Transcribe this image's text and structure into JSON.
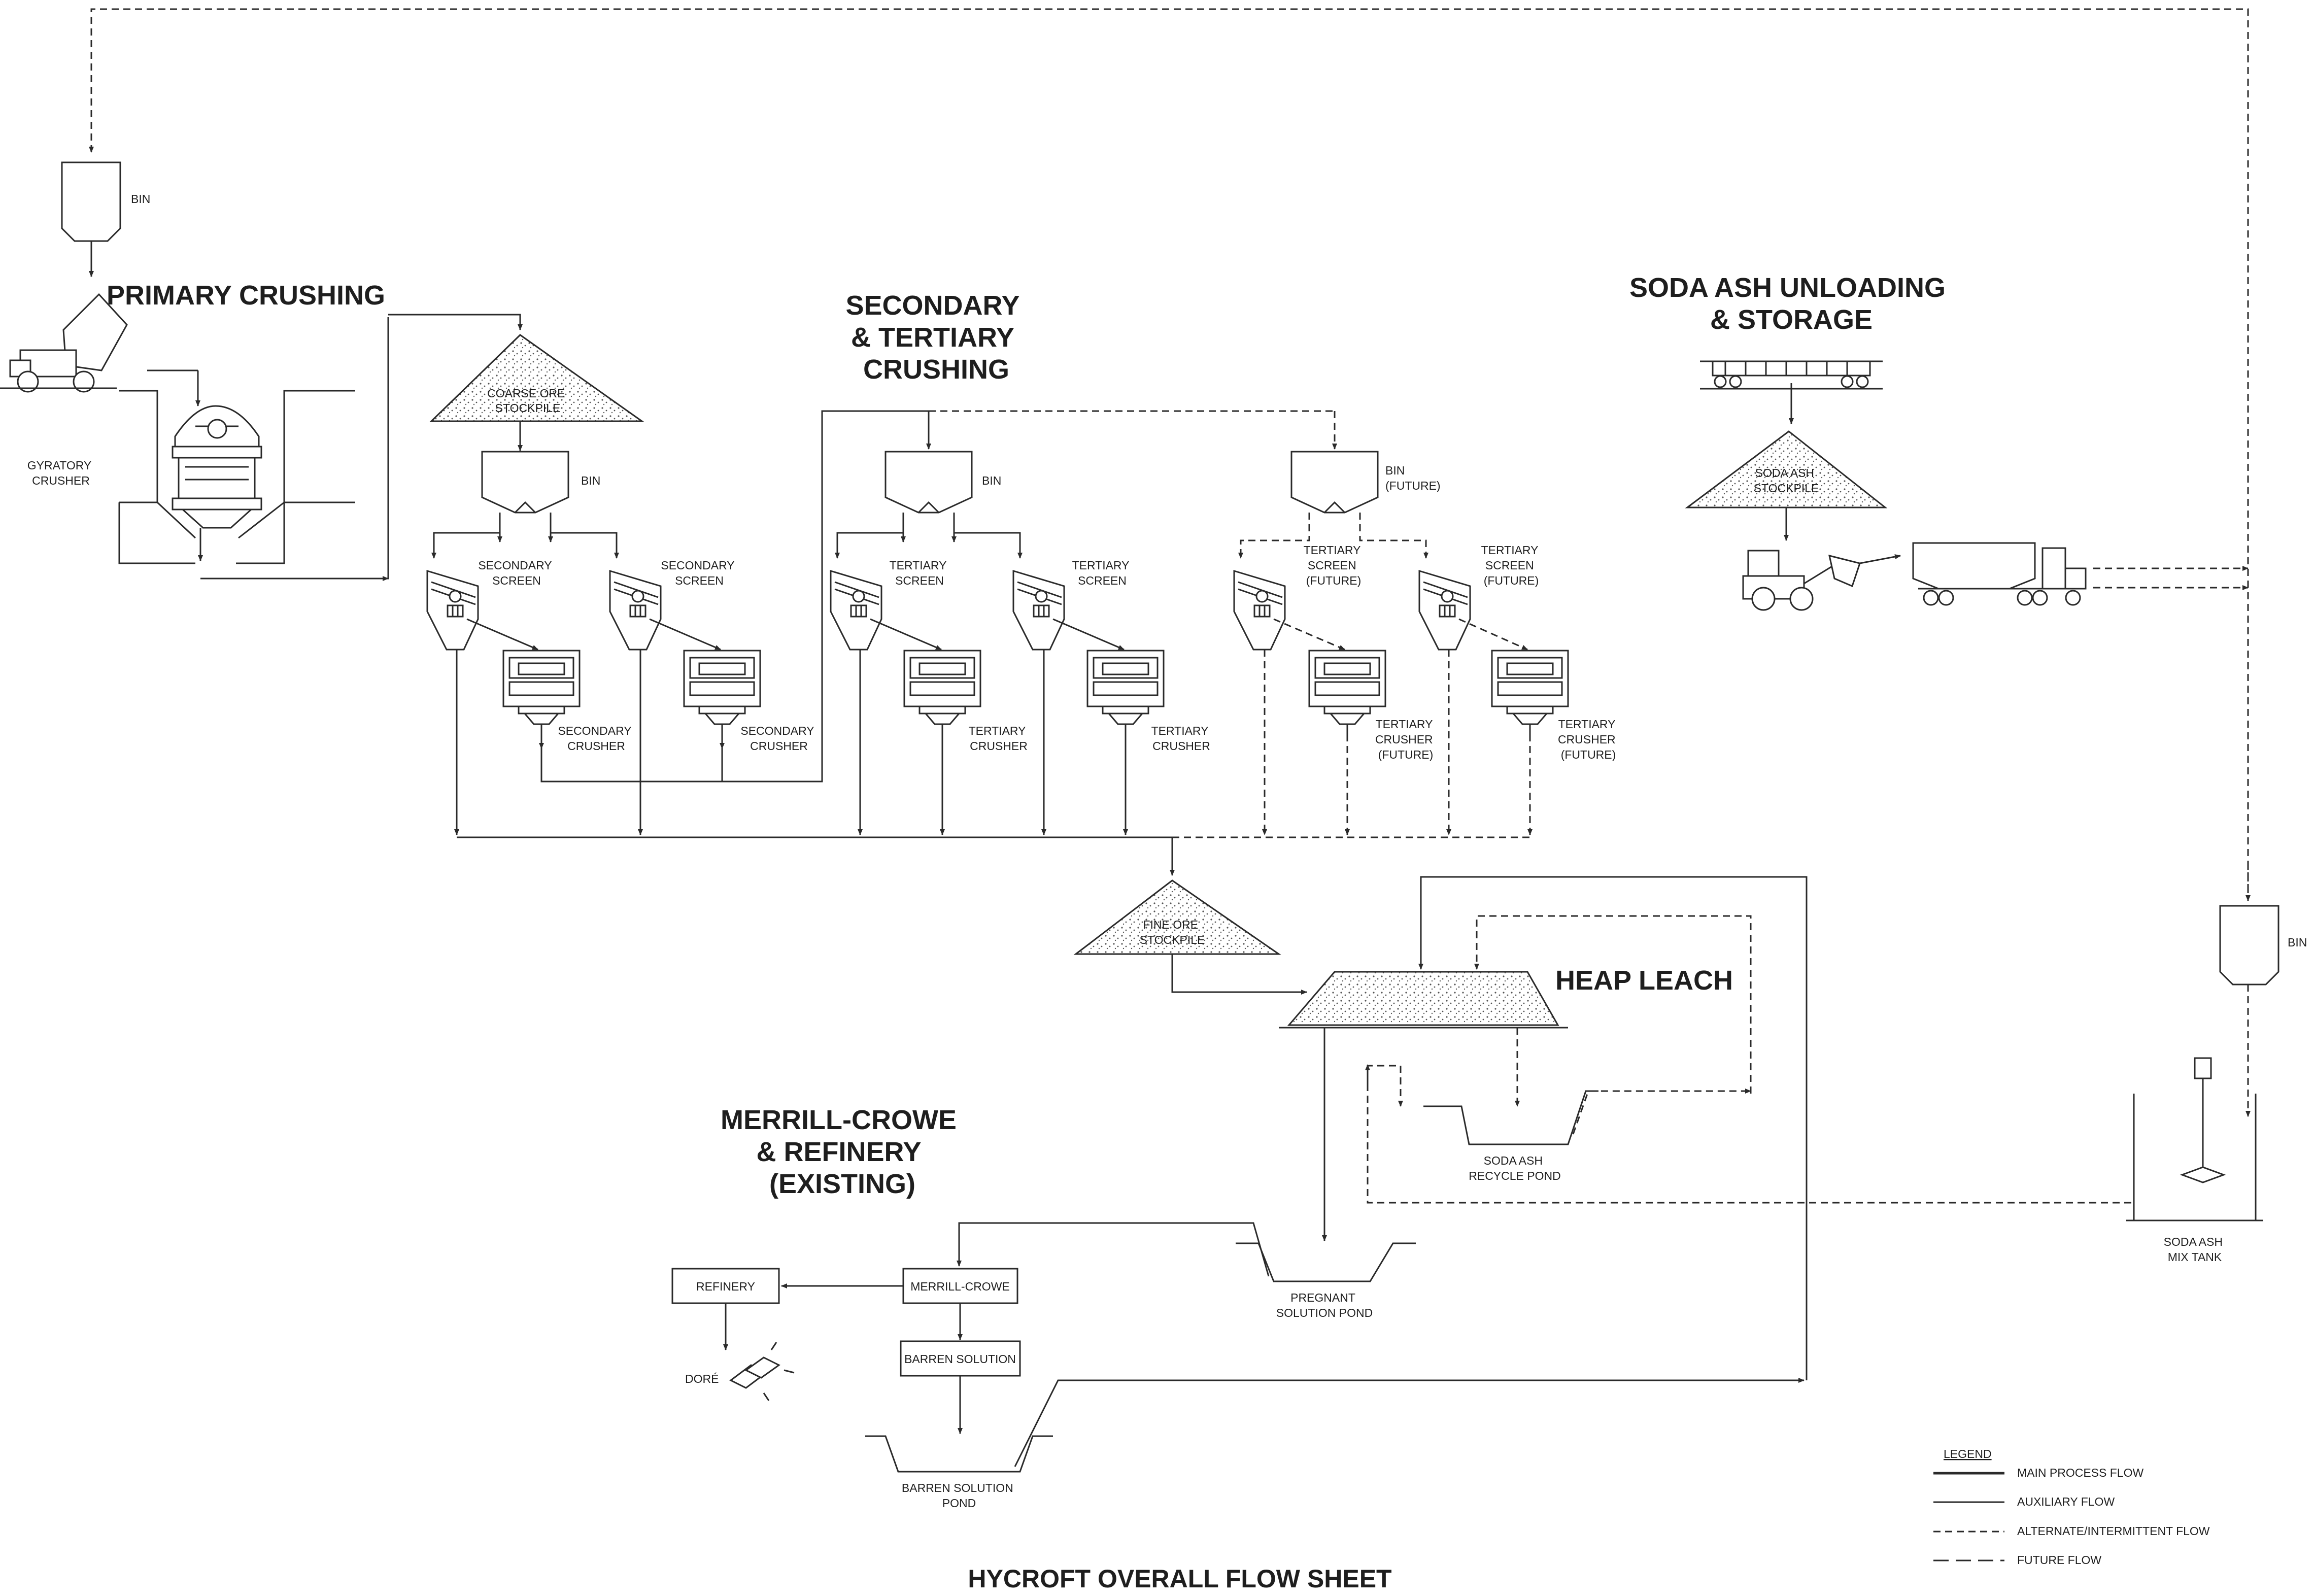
{
  "title": "HYCROFT OVERALL FLOW SHEET",
  "sections": {
    "primary_crushing": "PRIMARY CRUSHING",
    "secondary_tertiary": [
      "SECONDARY",
      "& TERTIARY",
      "CRUSHING"
    ],
    "soda_ash": [
      "SODA ASH UNLOADING",
      "& STORAGE"
    ],
    "heap_leach": "HEAP LEACH",
    "merrill_crowe": [
      "MERRILL-CROWE",
      "& REFINERY",
      "(EXISTING)"
    ]
  },
  "labels": {
    "bin": "BIN",
    "bin_future": [
      "BIN",
      "(FUTURE)"
    ],
    "gyratory_crusher": [
      "GYRATORY",
      "CRUSHER"
    ],
    "coarse_ore_stockpile": [
      "COARSE ORE",
      "STOCKPILE"
    ],
    "secondary_screen": [
      "SECONDARY",
      "SCREEN"
    ],
    "secondary_crusher": [
      "SECONDARY",
      "CRUSHER"
    ],
    "tertiary_screen": [
      "TERTIARY",
      "SCREEN"
    ],
    "tertiary_crusher": [
      "TERTIARY",
      "CRUSHER"
    ],
    "tertiary_screen_future": [
      "TERTIARY",
      "SCREEN",
      "(FUTURE)"
    ],
    "tertiary_crusher_future": [
      "TERTIARY",
      "CRUSHER",
      "(FUTURE)"
    ],
    "soda_ash_stockpile": [
      "SODA ASH",
      "STOCKPILE"
    ],
    "fine_ore_stockpile": [
      "FINE ORE",
      "STOCKPILE"
    ],
    "soda_ash_recycle_pond": [
      "SODA ASH",
      "RECYCLE POND"
    ],
    "pregnant_solution_pond": [
      "PREGNANT",
      "SOLUTION POND"
    ],
    "soda_ash_mix_tank": [
      "SODA ASH",
      "MIX TANK"
    ],
    "refinery": "REFINERY",
    "merrill_crowe_box": "MERRILL-CROWE",
    "barren_solution": "BARREN SOLUTION",
    "barren_solution_pond": [
      "BARREN SOLUTION",
      "POND"
    ],
    "dore": "DORÉ"
  },
  "legend": {
    "title": "LEGEND",
    "items": [
      "MAIN PROCESS FLOW",
      "AUXILIARY FLOW",
      "ALTERNATE/INTERMITTENT FLOW",
      "FUTURE FLOW"
    ]
  }
}
